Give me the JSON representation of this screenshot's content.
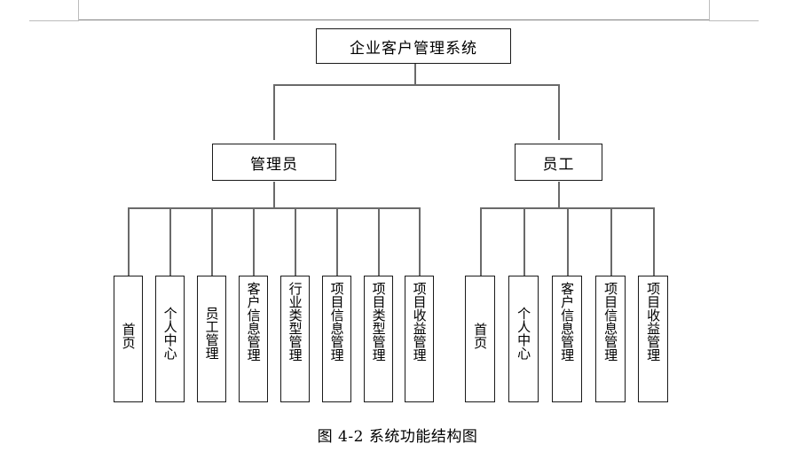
{
  "figure": {
    "caption": "图 4-2  系统功能结构图",
    "root": {
      "label": "企业客户管理系统"
    },
    "branches": [
      {
        "id": "admin",
        "label": "管理员",
        "leaves": [
          {
            "label": "首页"
          },
          {
            "label": "个人中心"
          },
          {
            "label": "员工管理"
          },
          {
            "label": "客户信息管理"
          },
          {
            "label": "行业类型管理"
          },
          {
            "label": "项目信息管理"
          },
          {
            "label": "项目类型管理"
          },
          {
            "label": "项目收益管理"
          }
        ]
      },
      {
        "id": "employee",
        "label": "员工",
        "leaves": [
          {
            "label": "首页"
          },
          {
            "label": "个人中心"
          },
          {
            "label": "客户信息管理"
          },
          {
            "label": "项目信息管理"
          },
          {
            "label": "项目收益管理"
          }
        ]
      }
    ],
    "colors": {
      "box_border": "#1a1a1a",
      "connector": "#6a6a6a",
      "page_rule": "#808080",
      "background": "#ffffff"
    }
  }
}
